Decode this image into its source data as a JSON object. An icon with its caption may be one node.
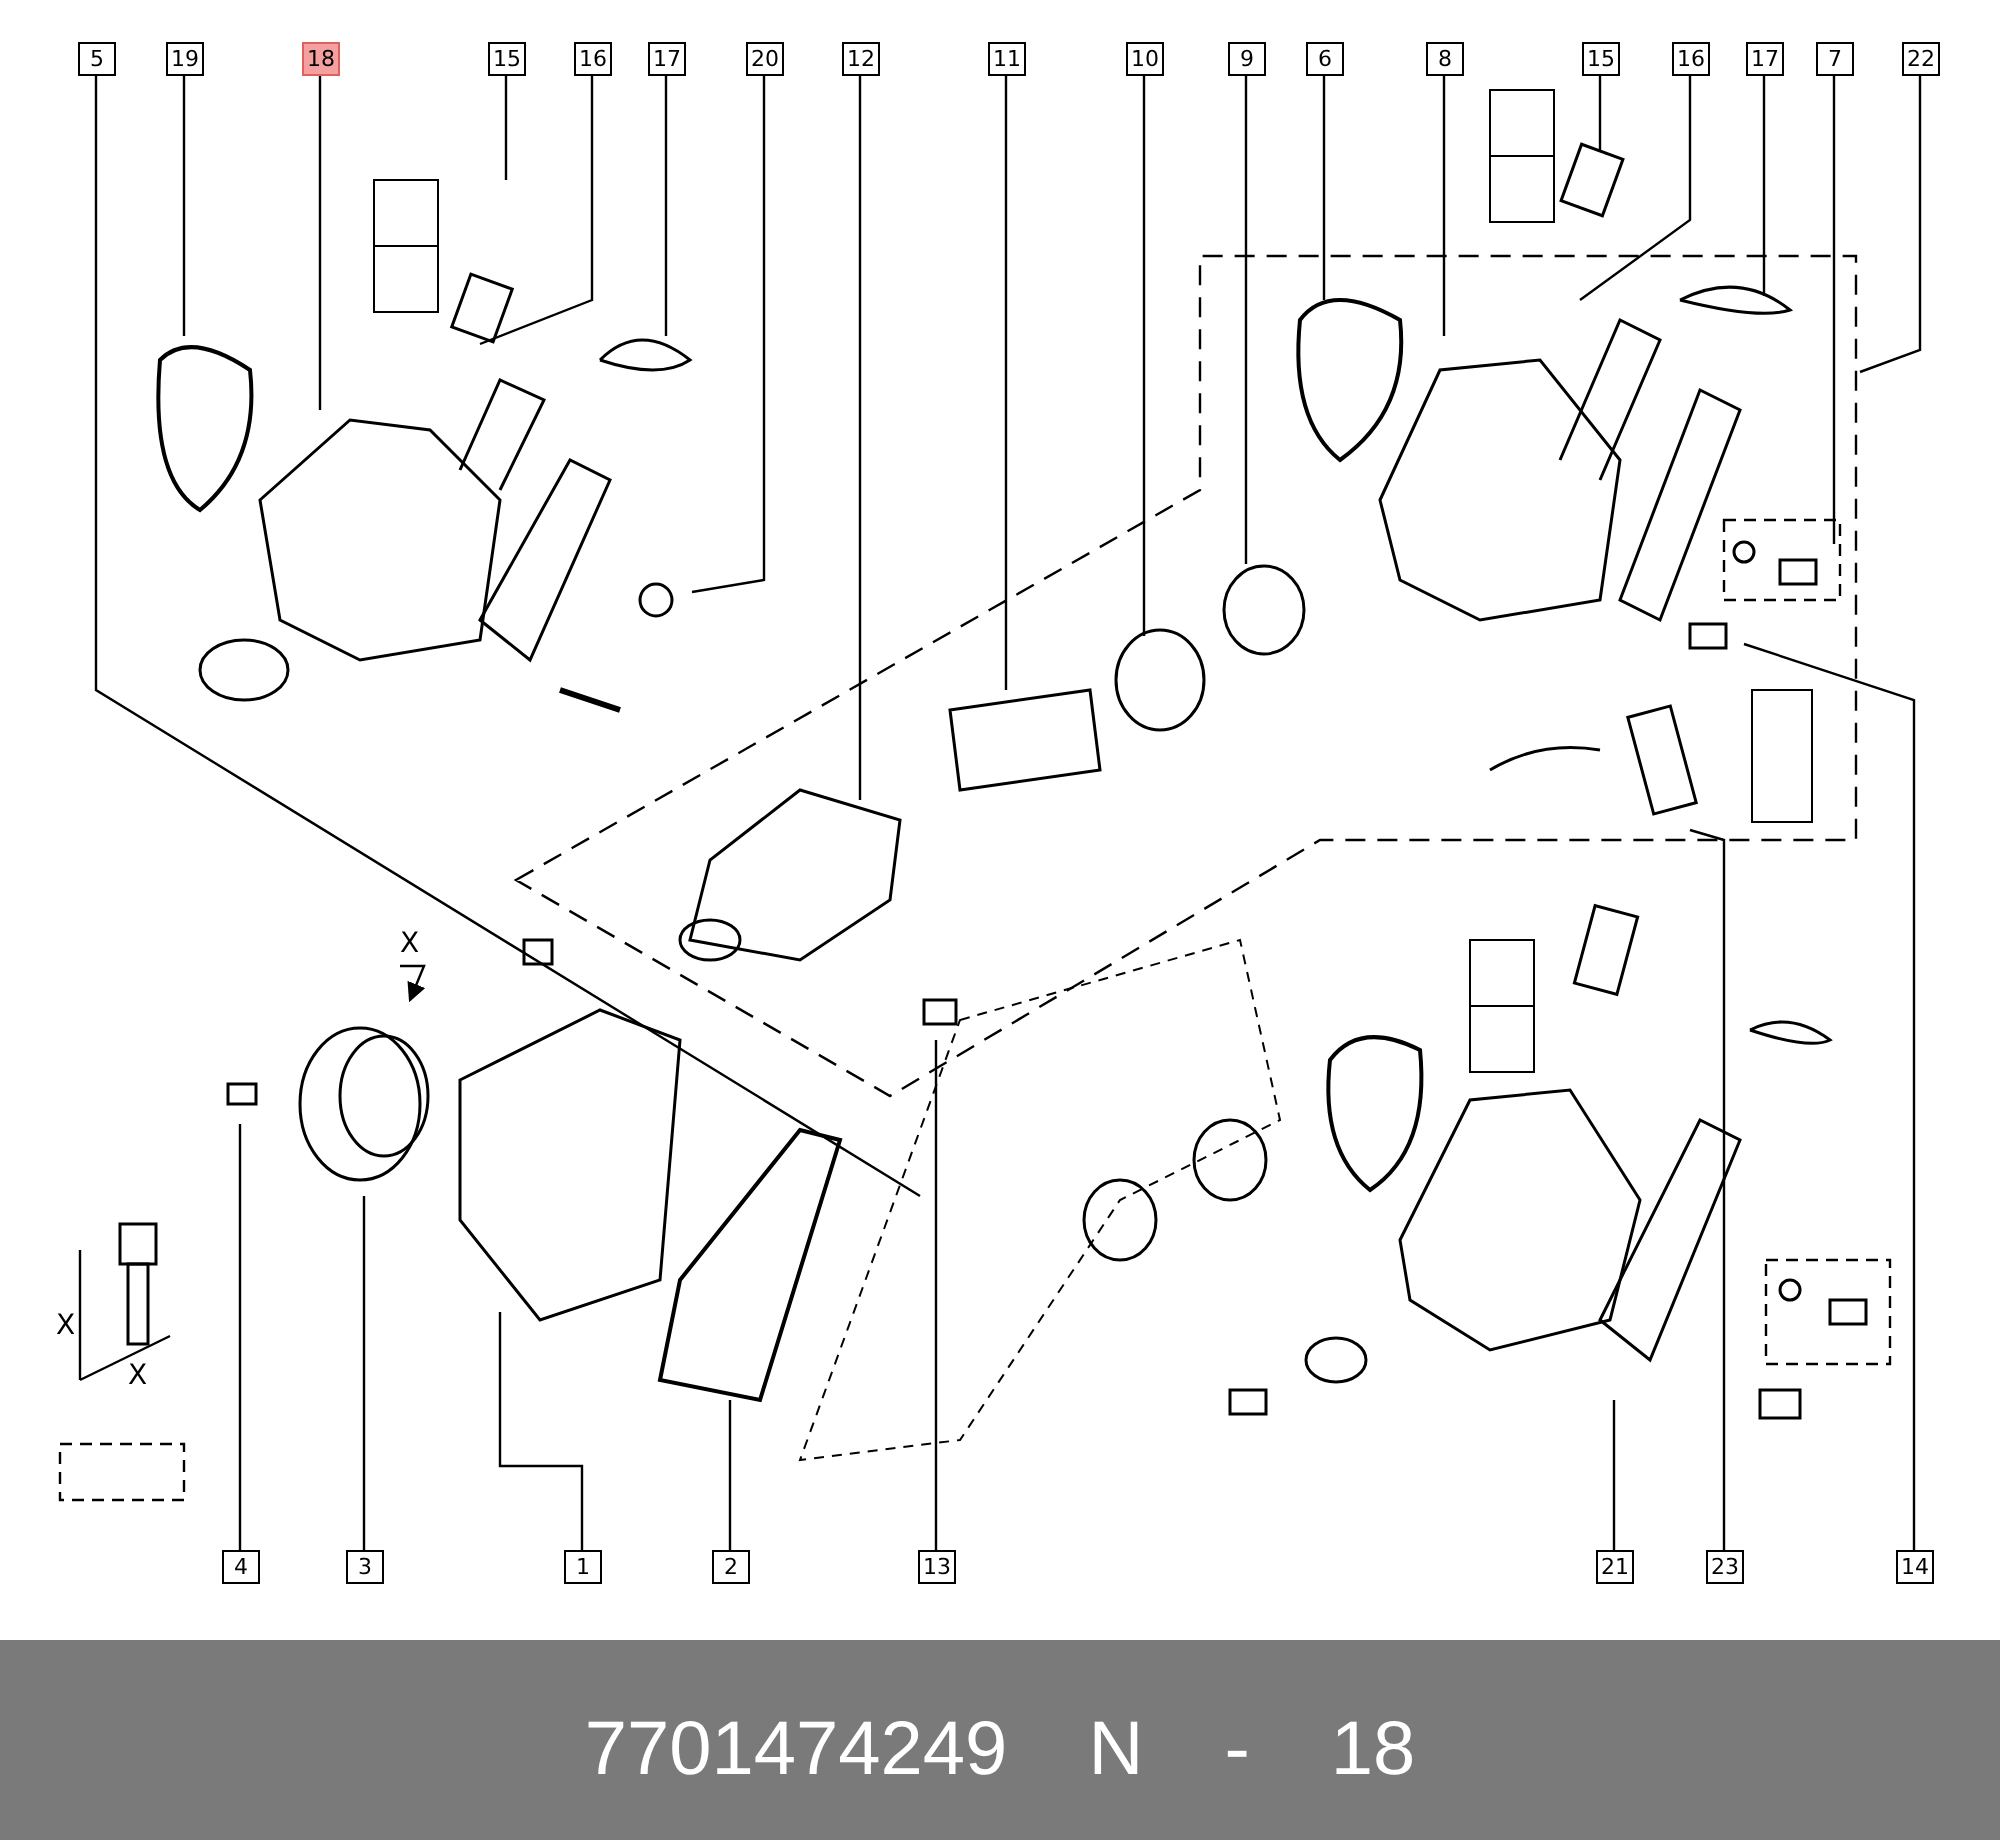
{
  "diagram": {
    "caption": "7701474249 N - 18",
    "nodes": [
      {
        "text": [
          "5"
        ]
      },
      {
        "text": [
          "19"
        ]
      },
      {
        "text": [
          "18"
        ]
      },
      {
        "text": [
          "15"
        ]
      },
      {
        "text": [
          "16"
        ]
      },
      {
        "text": [
          "17"
        ]
      },
      {
        "text": [
          "20"
        ]
      },
      {
        "text": [
          "12"
        ]
      },
      {
        "text": [
          "11"
        ]
      },
      {
        "text": [
          "10"
        ]
      },
      {
        "text": [
          "9"
        ]
      },
      {
        "text": [
          "6"
        ]
      },
      {
        "text": [
          "8"
        ]
      },
      {
        "text": [
          "15"
        ]
      },
      {
        "text": [
          "16"
        ]
      },
      {
        "text": [
          "17"
        ]
      },
      {
        "text": [
          "7"
        ]
      },
      {
        "text": [
          "22"
        ]
      },
      {
        "text": [
          "4"
        ]
      },
      {
        "text": [
          "3"
        ]
      },
      {
        "text": [
          "1"
        ]
      },
      {
        "text": [
          "2"
        ]
      },
      {
        "text": [
          "13"
        ]
      },
      {
        "text": [
          "21"
        ]
      },
      {
        "text": [
          "23"
        ]
      },
      {
        "text": [
          "14"
        ]
      }
    ],
    "edges": [
      {
        "from": 0,
        "to": null,
        "arrow": "none"
      },
      {
        "from": 1,
        "to": null,
        "arrow": "none"
      },
      {
        "from": 2,
        "to": null,
        "arrow": "none"
      },
      {
        "from": 3,
        "to": null,
        "arrow": "none"
      },
      {
        "from": 4,
        "to": null,
        "arrow": "none"
      },
      {
        "from": 5,
        "to": null,
        "arrow": "none"
      },
      {
        "from": 6,
        "to": null,
        "arrow": "none"
      },
      {
        "from": 7,
        "to": null,
        "arrow": "none"
      },
      {
        "from": 8,
        "to": null,
        "arrow": "none"
      },
      {
        "from": 9,
        "to": null,
        "arrow": "none"
      },
      {
        "from": 10,
        "to": null,
        "arrow": "none"
      },
      {
        "from": 11,
        "to": null,
        "arrow": "none"
      },
      {
        "from": 12,
        "to": null,
        "arrow": "none"
      },
      {
        "from": 13,
        "to": null,
        "arrow": "none"
      },
      {
        "from": 14,
        "to": null,
        "arrow": "none"
      },
      {
        "from": 15,
        "to": null,
        "arrow": "none"
      },
      {
        "from": 16,
        "to": null,
        "arrow": "none"
      },
      {
        "from": 17,
        "to": null,
        "arrow": "none"
      },
      {
        "from": 18,
        "to": null,
        "arrow": "none"
      },
      {
        "from": 19,
        "to": null,
        "arrow": "none"
      },
      {
        "from": 20,
        "to": null,
        "arrow": "none"
      },
      {
        "from": 21,
        "to": null,
        "arrow": "none"
      },
      {
        "from": 22,
        "to": null,
        "arrow": "none"
      },
      {
        "from": 23,
        "to": null,
        "arrow": "none"
      },
      {
        "from": 24,
        "to": null,
        "arrow": "none"
      },
      {
        "from": 25,
        "to": null,
        "arrow": "none"
      }
    ],
    "labels": [
      "X",
      "X",
      "X"
    ]
  }
}
